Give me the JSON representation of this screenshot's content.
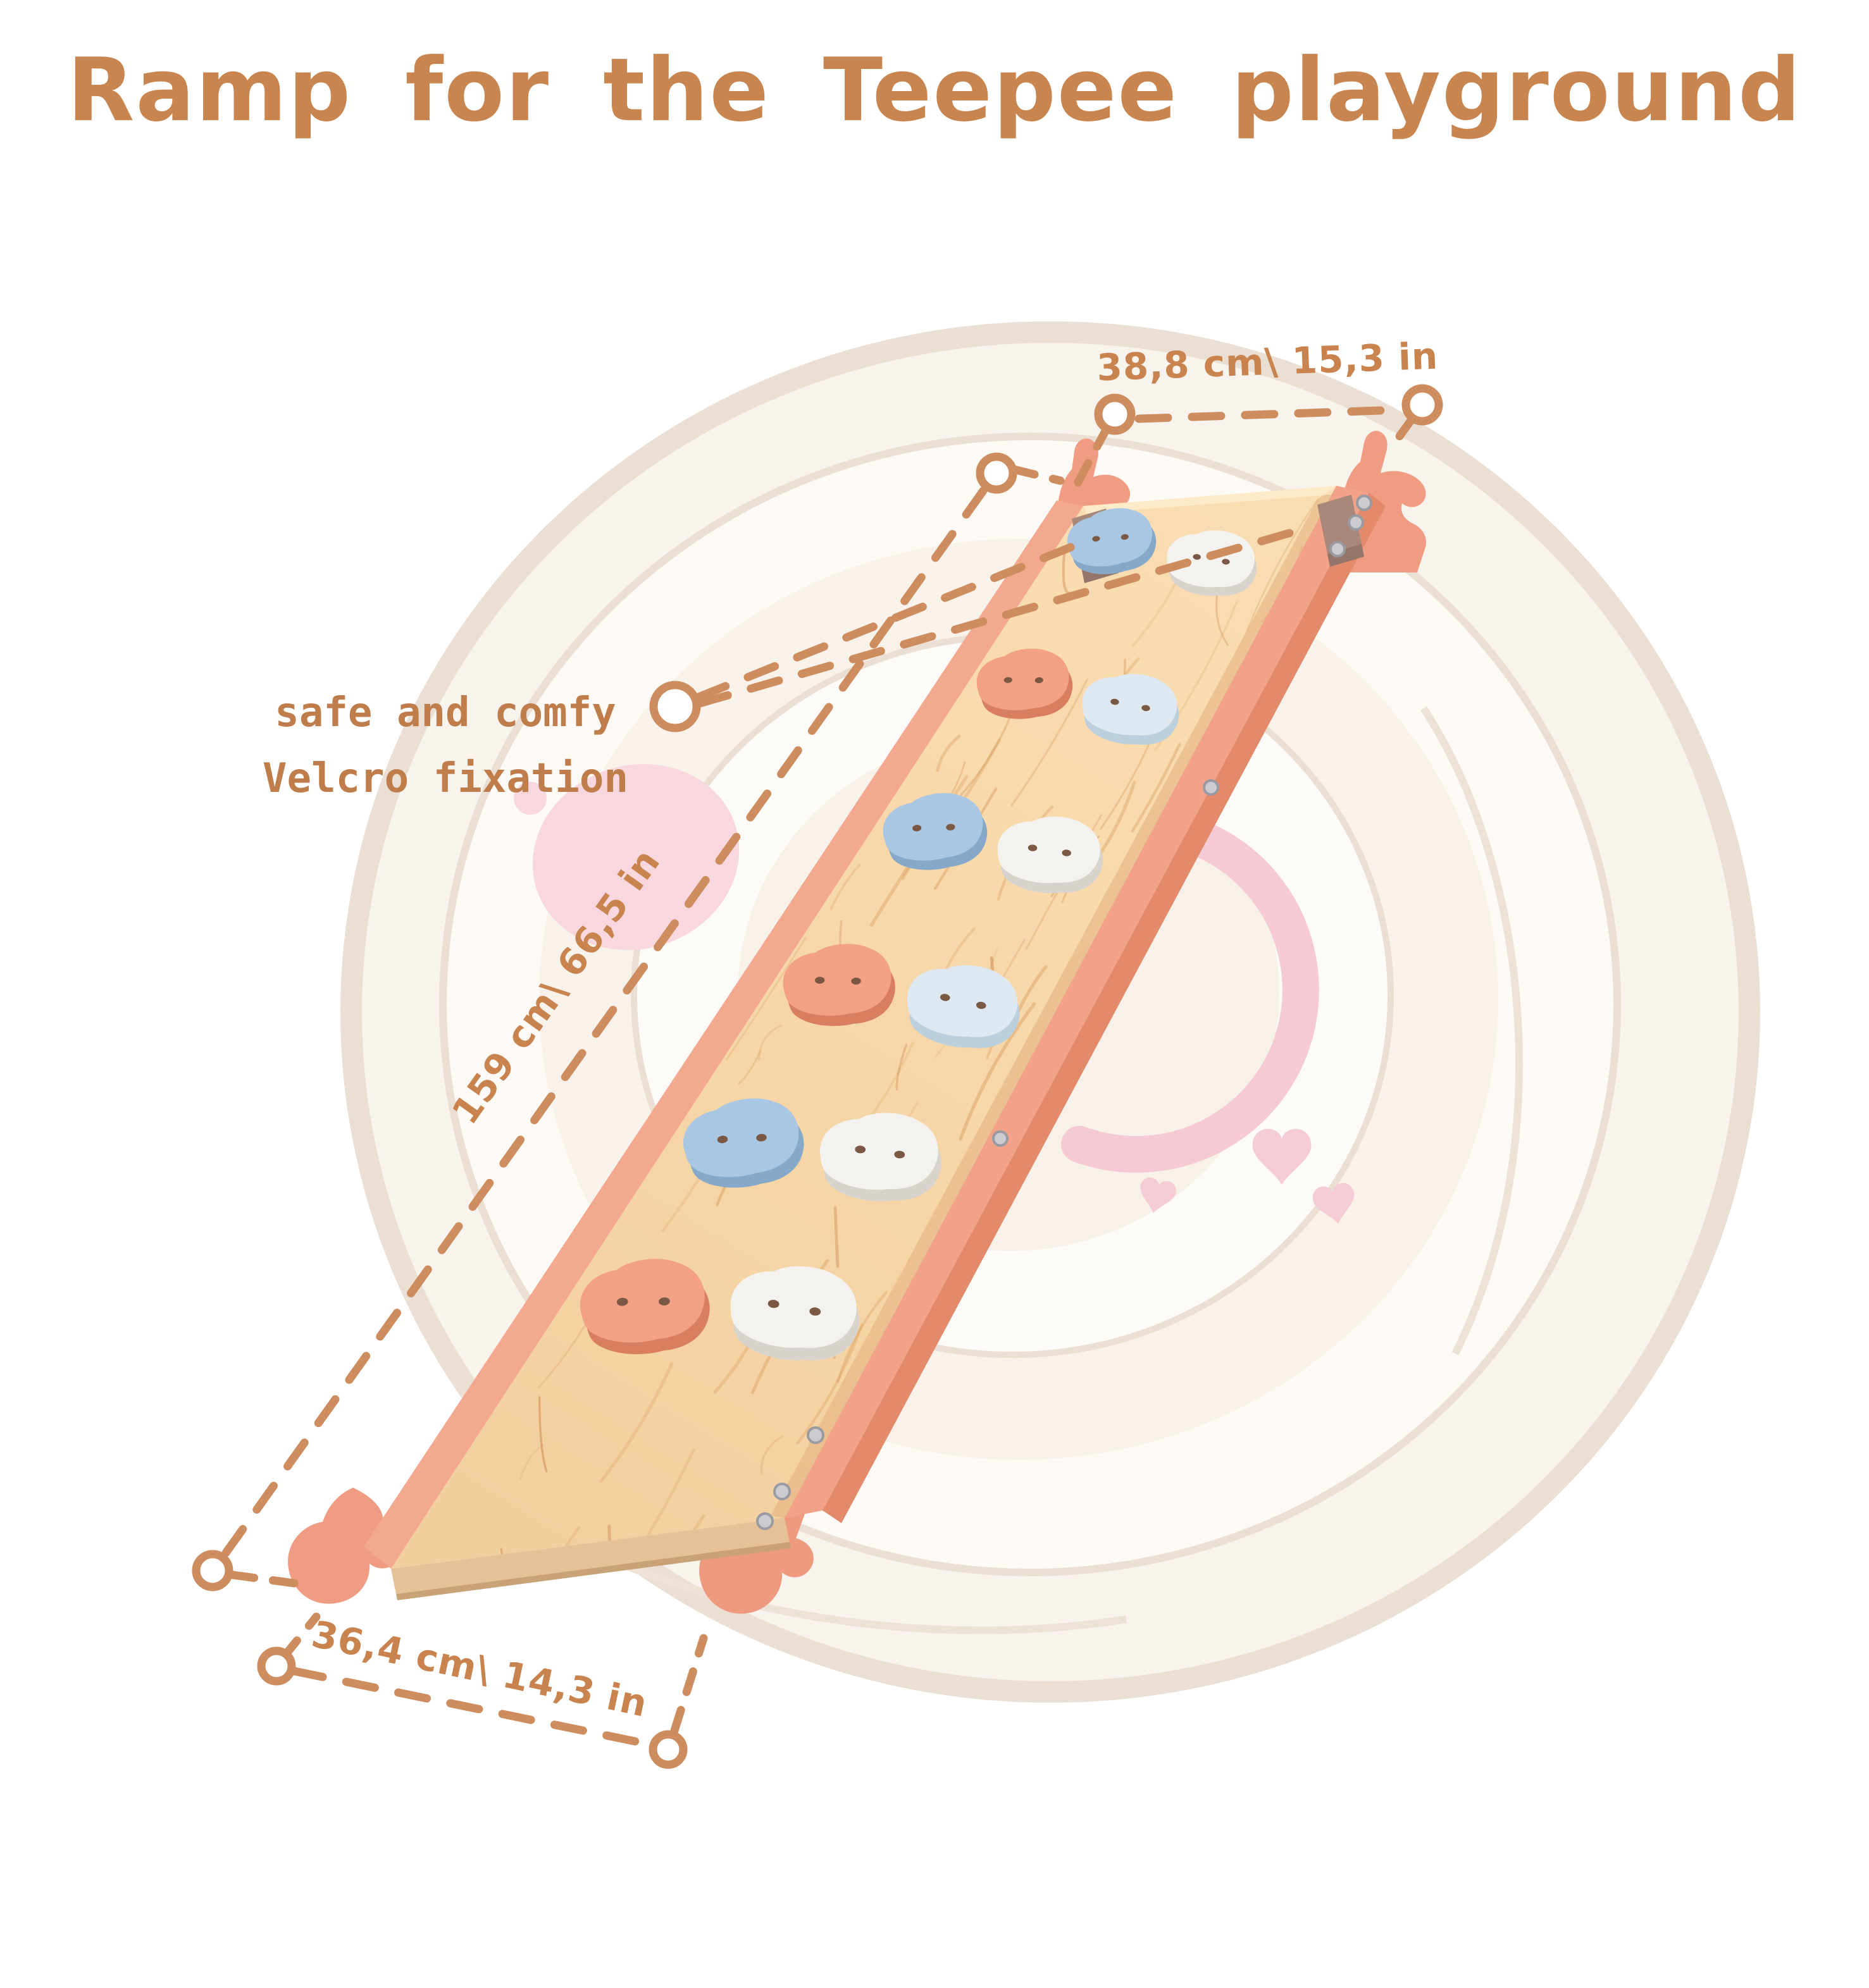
{
  "title": "Ramp for the Teepee playground",
  "annotations": {
    "top_dim": "38,8 cm\\ 15,3 in",
    "ramp_dim": "159 cm\\ 66,5 in",
    "bottom_dim": "36,4 cm\\ 14,3 in",
    "velcro_note_line1": "safe and comfy",
    "velcro_note_line2": "Velcro fixation"
  },
  "colors": {
    "accent_title": "#c8854f",
    "accent_text": "#c8834e",
    "accent_note": "#bf7d4b",
    "accent_dash": "#cd8d5e",
    "salmon": "#f09e83",
    "salmon_dark": "#e18a6b",
    "wood": "#f7d9ae",
    "wood_side": "#e6c197",
    "velcro": "#a8887a",
    "watermark_line": "#eadfd2",
    "pink_logo": "#f6cad5"
  },
  "ramp": {
    "palette": {
      "blue": {
        "top": "#a9c7e3",
        "side": "#87a9c9"
      },
      "paleblue": {
        "top": "#dde8f1",
        "side": "#bccfdc"
      },
      "white": {
        "top": "#f4f2ee",
        "side": "#d8d3cc"
      },
      "orange": {
        "top": "#f3a184",
        "side": "#d87f62"
      }
    },
    "holds": [
      {
        "u": 0.2,
        "v": 0.035,
        "c": "blue",
        "rot": -8
      },
      {
        "u": 0.66,
        "v": 0.065,
        "c": "white",
        "rot": 5
      },
      {
        "u": 0.21,
        "v": 0.17,
        "c": "orange",
        "rot": -4
      },
      {
        "u": 0.67,
        "v": 0.205,
        "c": "paleblue",
        "rot": 7
      },
      {
        "u": 0.22,
        "v": 0.31,
        "c": "blue",
        "rot": -6
      },
      {
        "u": 0.68,
        "v": 0.345,
        "c": "white",
        "rot": 4
      },
      {
        "u": 0.22,
        "v": 0.455,
        "c": "orange",
        "rot": -3
      },
      {
        "u": 0.68,
        "v": 0.49,
        "c": "paleblue",
        "rot": 8
      },
      {
        "u": 0.23,
        "v": 0.605,
        "c": "blue",
        "rot": -7
      },
      {
        "u": 0.69,
        "v": 0.635,
        "c": "white",
        "rot": 3
      },
      {
        "u": 0.24,
        "v": 0.76,
        "c": "orange",
        "rot": -5
      },
      {
        "u": 0.7,
        "v": 0.785,
        "c": "white",
        "rot": 6
      }
    ]
  }
}
